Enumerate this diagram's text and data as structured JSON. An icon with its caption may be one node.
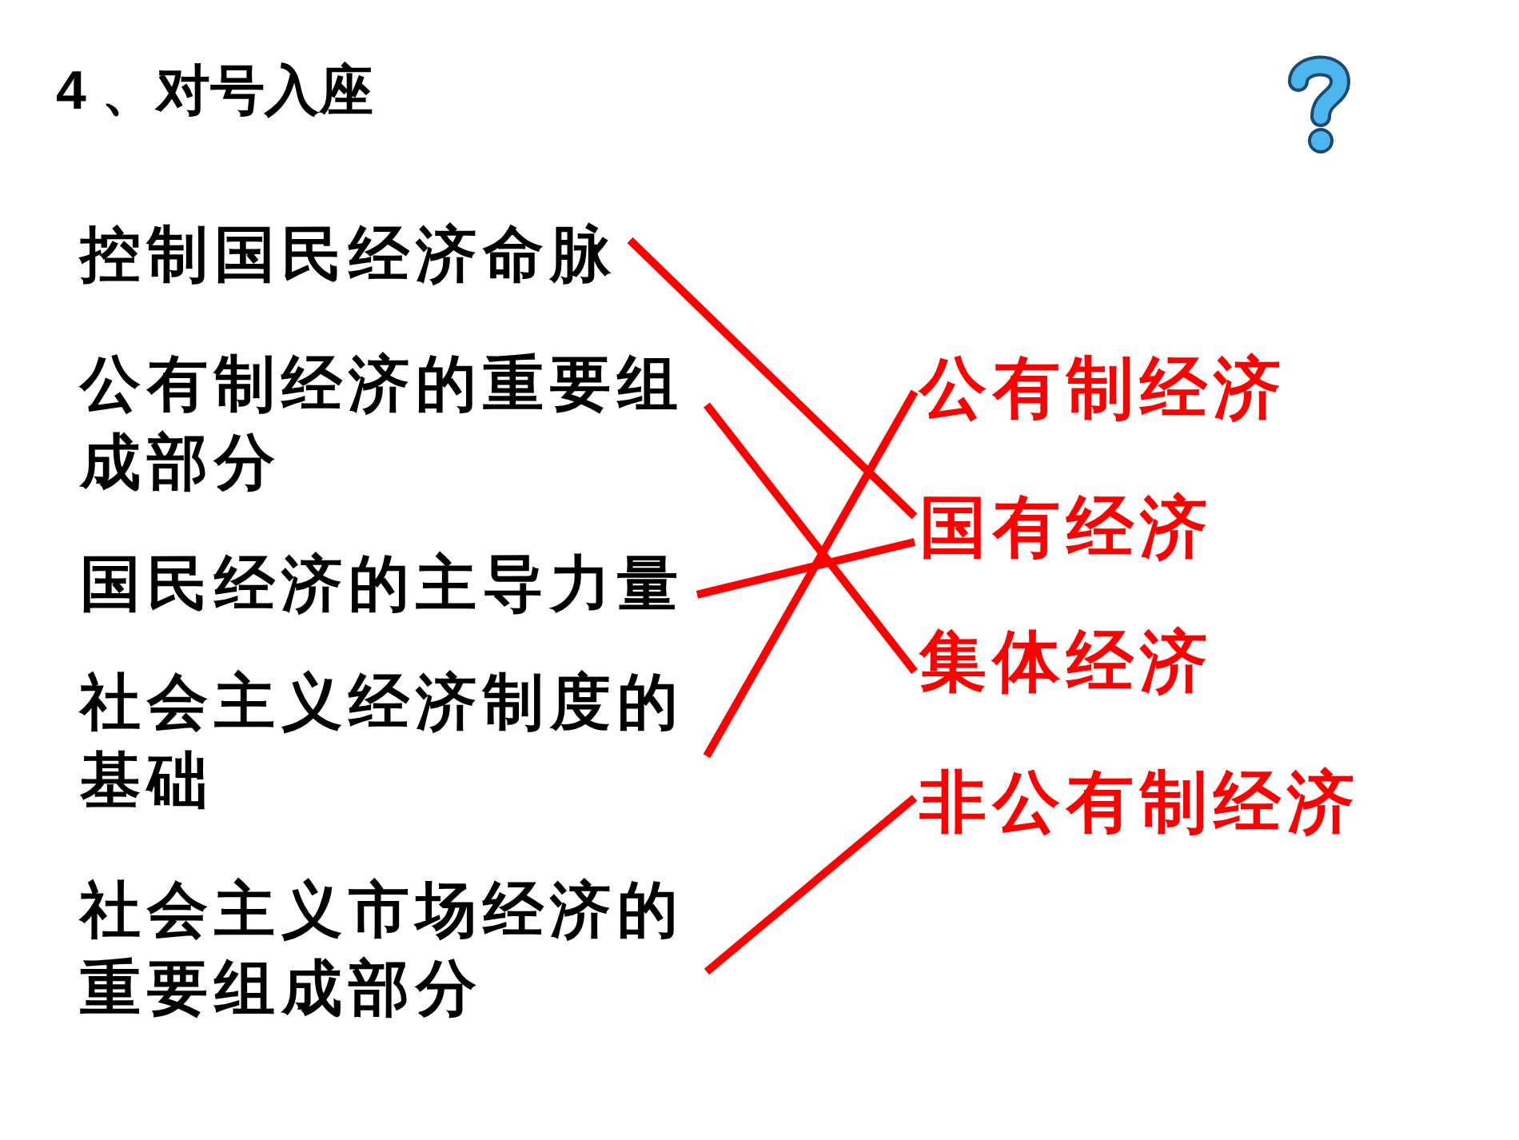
{
  "diagram": {
    "title": "4 、对号入座",
    "nodes": [
      {
        "text": [
          "控制国民经济命脉"
        ]
      },
      {
        "text": [
          "公有制经济的重要组成部分"
        ]
      },
      {
        "text": [
          "国民经济的主导力量"
        ]
      },
      {
        "text": [
          "社会主义经济制度的基础"
        ]
      },
      {
        "text": [
          "社会主义市场经济的重要组成部分"
        ]
      },
      {
        "text": [
          "公有制经济"
        ]
      },
      {
        "text": [
          "国有经济"
        ]
      },
      {
        "text": [
          "集体经济"
        ]
      },
      {
        "text": [
          "非公有制经济"
        ]
      }
    ],
    "edges": [
      {
        "from": 0,
        "to": 6,
        "arrow": "none"
      },
      {
        "from": 1,
        "to": 7,
        "arrow": "none"
      },
      {
        "from": 2,
        "to": 6,
        "arrow": "none"
      },
      {
        "from": 3,
        "to": 5,
        "arrow": "none"
      },
      {
        "from": 4,
        "to": 8,
        "arrow": "none"
      }
    ]
  }
}
